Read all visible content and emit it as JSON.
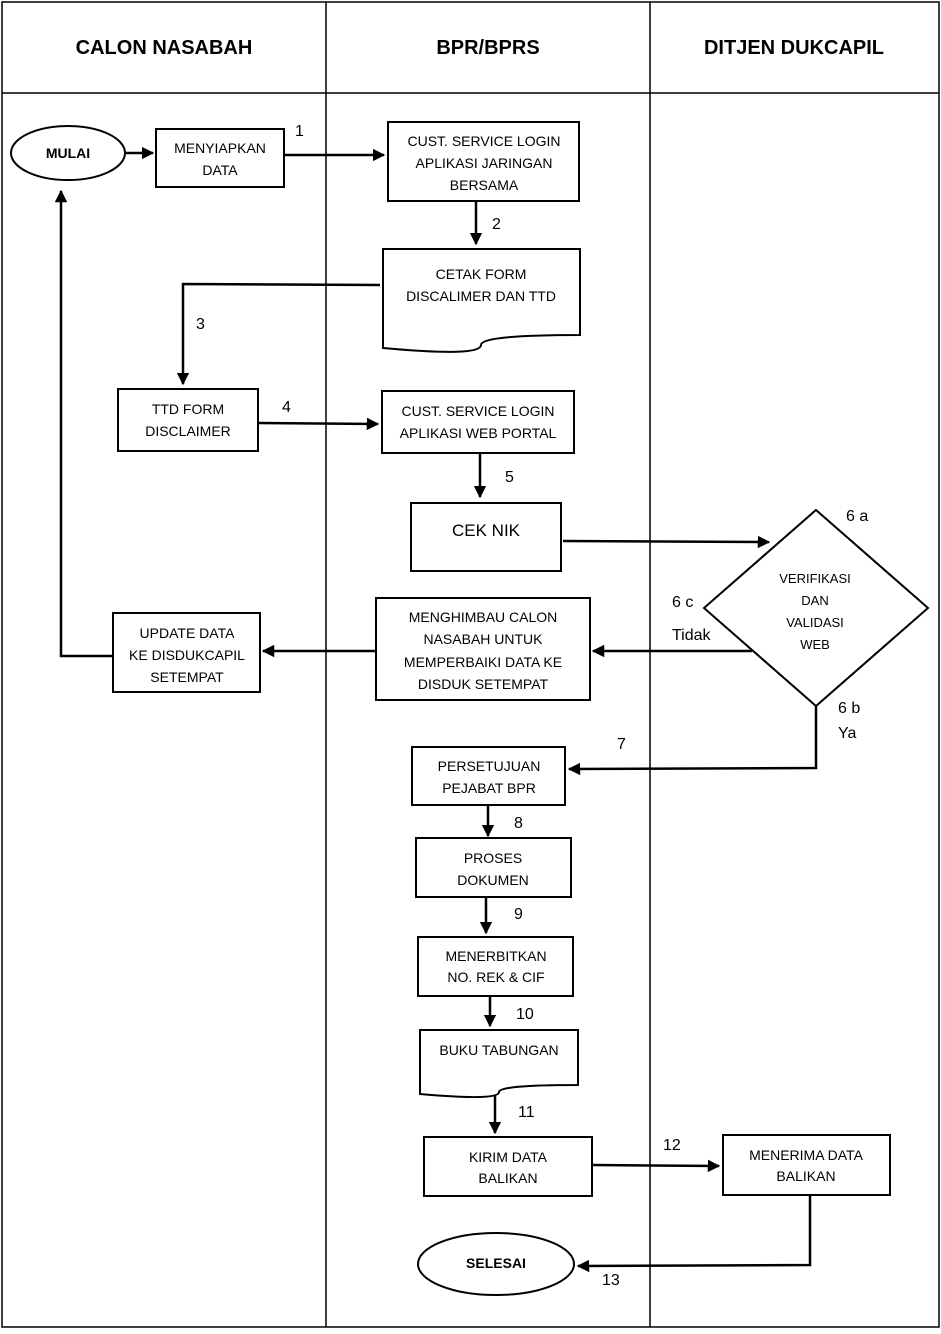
{
  "lanes": {
    "calon_nasabah": "CALON NASABAH",
    "bpr_bprs": "BPR/BPRS",
    "ditjen_dukcapil": "DITJEN DUKCAPIL"
  },
  "nodes": {
    "mulai": [
      "MULAI"
    ],
    "menyiapkan_data": [
      "MENYIAPKAN",
      "DATA"
    ],
    "cs_login_jaringan": [
      "CUST. SERVICE LOGIN",
      "APLIKASI JARINGAN",
      "BERSAMA"
    ],
    "cetak_form": [
      "CETAK FORM",
      "DISCALIMER DAN TTD"
    ],
    "ttd_form": [
      "TTD FORM",
      "DISCLAIMER"
    ],
    "cs_login_web": [
      "CUST. SERVICE LOGIN",
      "APLIKASI WEB PORTAL"
    ],
    "cek_nik": [
      "CEK NIK"
    ],
    "verifikasi": [
      "VERIFIKASI",
      "DAN",
      "VALIDASI",
      "WEB"
    ],
    "menghimbau": [
      "MENGHIMBAU CALON",
      "NASABAH UNTUK",
      "MEMPERBAIKI DATA KE",
      "DISDUK SETEMPAT"
    ],
    "update_data": [
      "UPDATE DATA",
      "KE DISDUKCAPIL",
      "SETEMPAT"
    ],
    "persetujuan": [
      "PERSETUJUAN",
      "PEJABAT BPR"
    ],
    "proses_dokumen": [
      "PROSES",
      "DOKUMEN"
    ],
    "menerbitkan": [
      "MENERBITKAN",
      "NO. REK & CIF"
    ],
    "buku_tabungan": [
      "BUKU TABUNGAN"
    ],
    "kirim_data": [
      "KIRIM DATA",
      "BALIKAN"
    ],
    "menerima_data": [
      "MENERIMA DATA",
      "BALIKAN"
    ],
    "selesai": [
      "SELESAI"
    ]
  },
  "steps": {
    "s1": "1",
    "s2": "2",
    "s3": "3",
    "s4": "4",
    "s5": "5",
    "s6a": "6 a",
    "s6b": "6 b",
    "s6c": "6 c",
    "s7": "7",
    "s8": "8",
    "s9": "9",
    "s10": "10",
    "s11": "11",
    "s12": "12",
    "s13": "13"
  },
  "branch": {
    "ya": "Ya",
    "tidak": "Tidak"
  }
}
